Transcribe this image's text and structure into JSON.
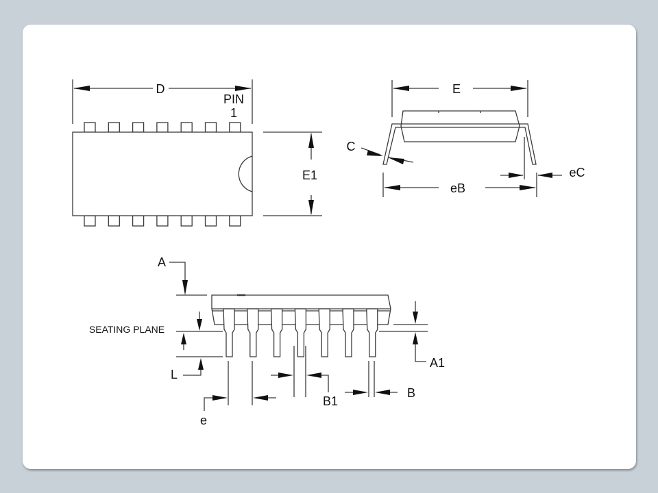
{
  "diagram": {
    "title": "Plastic Dual In-Line Package dimensions (14-pin)",
    "pin_count": 14,
    "labels": {
      "D": "D",
      "pin1_line1": "PIN",
      "pin1_line2": "1",
      "E1": "E1",
      "E": "E",
      "C": "C",
      "eB": "eB",
      "eC": "eC",
      "A": "A",
      "seating_plane": "SEATING PLANE",
      "L": "L",
      "A1": "A1",
      "B1": "B1",
      "B": "B",
      "e": "e"
    },
    "colors": {
      "background": "#c8d1d8",
      "card": "#ffffff",
      "line": "#3a3a3a",
      "arrow": "#111111"
    }
  }
}
